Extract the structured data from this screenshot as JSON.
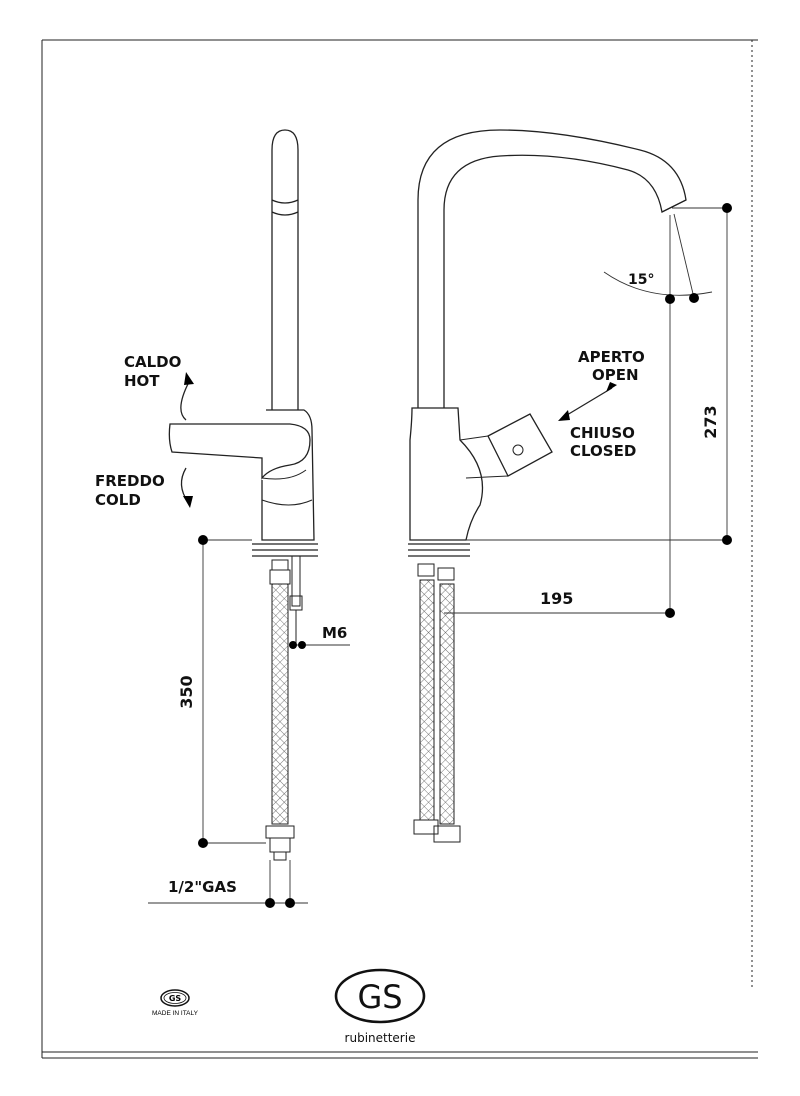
{
  "labels": {
    "caldo": "CALDO",
    "hot": "HOT",
    "freddo": "FREDDO",
    "cold": "COLD",
    "aperto": "APERTO",
    "open": "OPEN",
    "chiuso": "CHIUSO",
    "closed": "CLOSED",
    "angle": "15°"
  },
  "dimensions": {
    "hose_length": "350",
    "spout_height": "273",
    "spout_reach": "195",
    "thread_m6": "M6",
    "gas_connection": "1/2\"GAS"
  },
  "footer": {
    "badge_text": "GS",
    "made_in": "MADE IN ITALY",
    "brand_logo": "GS",
    "brand_name": "rubinetterie"
  },
  "colors": {
    "line": "#222222",
    "background": "#ffffff"
  }
}
